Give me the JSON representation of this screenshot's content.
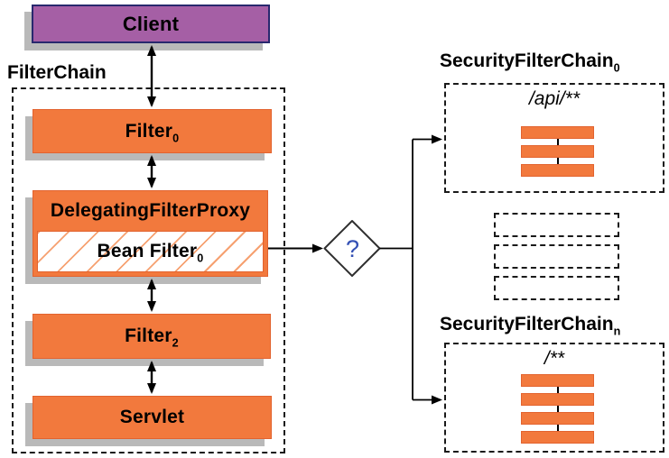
{
  "colors": {
    "orange": "#F2793D",
    "orange_border": "#E2632F",
    "purple": "#A55FA5",
    "purple_border": "#28286E",
    "shadow": "#B9B9B9",
    "hatch": "#F6A171",
    "question": "#3450B4"
  },
  "client": {
    "label": "Client"
  },
  "filter_chain": {
    "title": "FilterChain",
    "filter0": {
      "label": "Filter",
      "sub": "0"
    },
    "delegating_filter_proxy": {
      "label": "DelegatingFilterProxy"
    },
    "bean_filter": {
      "label": "Bean Filter",
      "sub": "0"
    },
    "filter2": {
      "label": "Filter",
      "sub": "2"
    },
    "servlet": {
      "label": "Servlet"
    }
  },
  "decision": {
    "label": "?"
  },
  "security_filter_chain_0": {
    "title": "SecurityFilterChain",
    "sub": "0",
    "pattern": "/api/**",
    "bar_count": 3
  },
  "security_filter_chain_n": {
    "title": "SecurityFilterChain",
    "sub": "n",
    "pattern": "/**",
    "bar_count": 4
  },
  "ellipsis": {
    "count": 3,
    "tops": [
      236,
      271,
      306
    ]
  }
}
